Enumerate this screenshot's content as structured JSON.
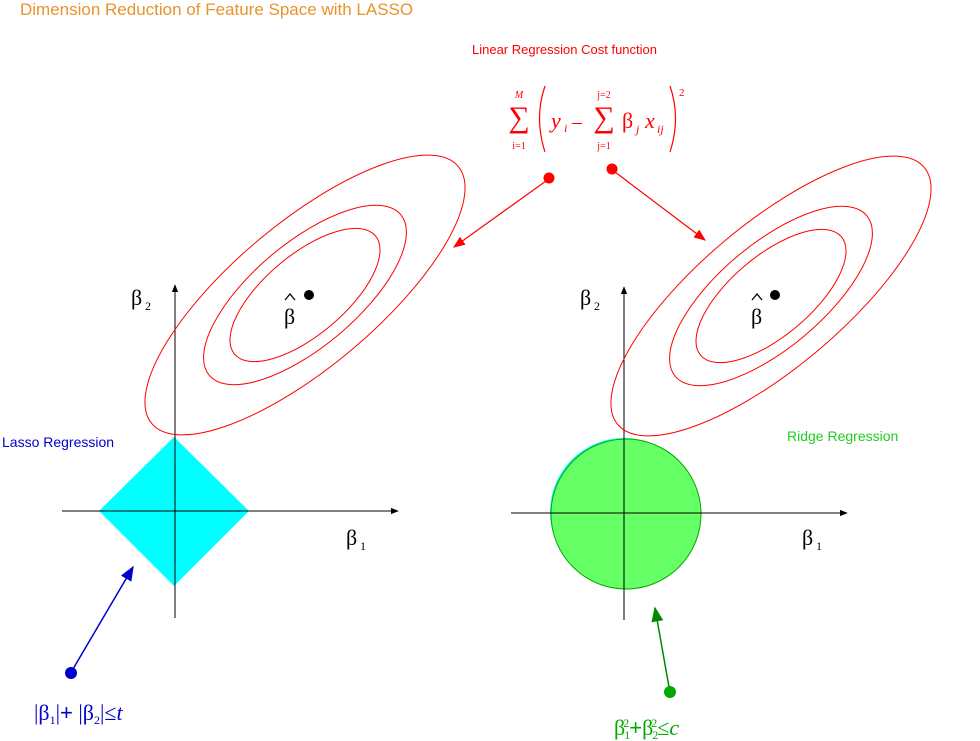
{
  "title": "Dimension Reduction of Feature Space with LASSO",
  "cost_function_label": "Linear Regression Cost function",
  "lasso_label": "Lasso Regression",
  "ridge_label": "Ridge Regression",
  "formula": {
    "sum_upper_outer": "M",
    "sum_lower_outer": "i=1",
    "sum_upper_inner": "j=2",
    "sum_lower_inner": "j=1",
    "y": "y",
    "y_sub": "i",
    "minus": "–",
    "beta": "β",
    "beta_sub": "j",
    "x": "x",
    "x_sub": "ij",
    "power": "2"
  },
  "axes": {
    "beta1": "β",
    "beta1_sub": "1",
    "beta2": "β",
    "beta2_sub": "2",
    "beta_hat": "β"
  },
  "constraints": {
    "lasso_parts": [
      "|β",
      "1",
      "|",
      "+",
      " |β",
      "2",
      "|≤",
      "t"
    ],
    "ridge_parts": [
      "β",
      "1",
      "2",
      "+",
      "β",
      "2",
      "2",
      "≤",
      "c"
    ]
  },
  "colors": {
    "title": "#e8932c",
    "cost": "#ff0000",
    "lasso": "#0000cc",
    "lasso_fill": "#00ffff",
    "ridge": "#00aa00",
    "ridge_fill": "#66ff66",
    "ridge_label": "#22cc22"
  }
}
